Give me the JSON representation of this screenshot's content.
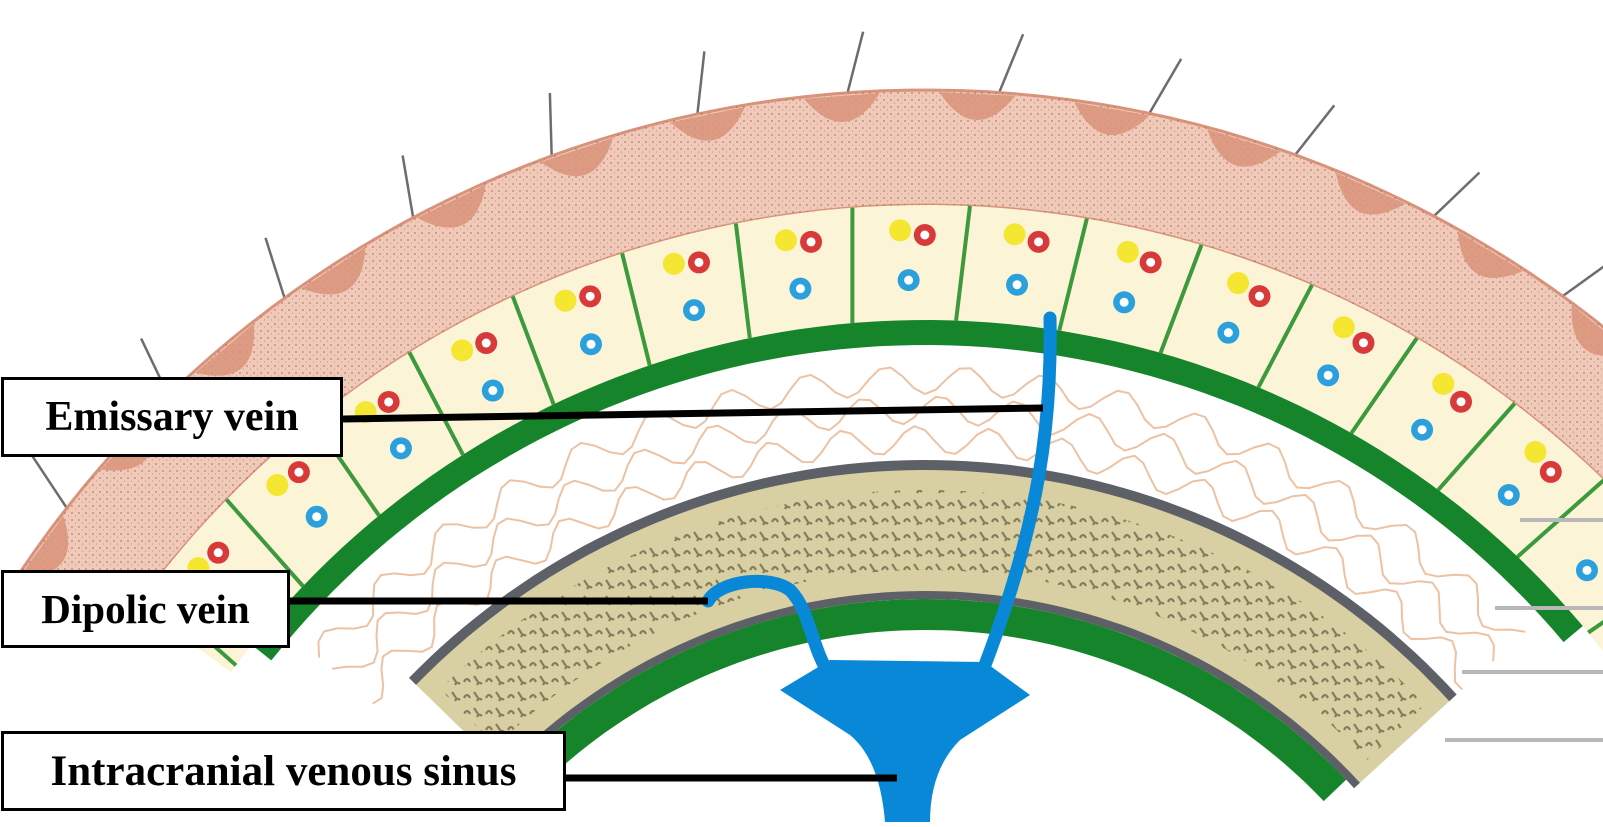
{
  "labels": {
    "emissary": "Emissary vein",
    "dipolic": "Dipolic vein",
    "sinus": "Intracranial venous sinus"
  },
  "colors": {
    "skin": "#f0c9b8",
    "skin_dark": "#d9937a",
    "scalp_tissue": "#fbf4d6",
    "septa": "#3c9a3c",
    "aponeurosis": "#15842a",
    "loose_tissue_fibers": "#e8b38c",
    "bone_outer": "#5e6068",
    "bone": "#d8d0a2",
    "bone_spongy": "#7c7455",
    "dura": "#15842a",
    "vein": "#0a88d8",
    "vessel_yellow": "#f5e632",
    "vessel_red": "#d83a3a",
    "vessel_blue": "#2ca0dc",
    "hair": "#6d6d6d",
    "leader_line": "#000000"
  }
}
